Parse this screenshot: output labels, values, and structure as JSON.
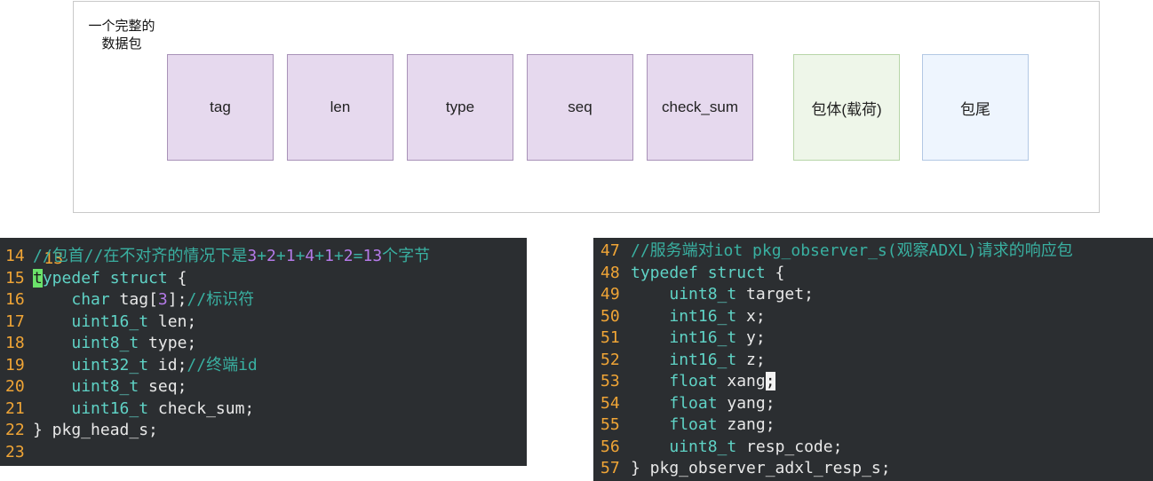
{
  "diagram": {
    "caption": "一个完整的\n数据包",
    "boxes": [
      {
        "label": "tag",
        "kind": "head"
      },
      {
        "label": "len",
        "kind": "head"
      },
      {
        "label": "type",
        "kind": "head"
      },
      {
        "label": "seq",
        "kind": "head"
      },
      {
        "label": "check_sum",
        "kind": "head"
      },
      {
        "label": "包体(载荷)",
        "kind": "body"
      },
      {
        "label": "包尾",
        "kind": "tail"
      }
    ]
  },
  "code_left": {
    "partial_line_number": "13",
    "lines": [
      {
        "n": "14",
        "tokens": [
          [
            "cm",
            "//包首//在不对齐的情况下是"
          ],
          [
            "num",
            "3"
          ],
          [
            "cm",
            "+"
          ],
          [
            "num",
            "2"
          ],
          [
            "cm",
            "+"
          ],
          [
            "num",
            "1"
          ],
          [
            "cm",
            "+"
          ],
          [
            "num",
            "4"
          ],
          [
            "cm",
            "+"
          ],
          [
            "num",
            "1"
          ],
          [
            "cm",
            "+"
          ],
          [
            "num",
            "2"
          ],
          [
            "cm",
            "="
          ],
          [
            "num",
            "13"
          ],
          [
            "cm",
            "个字节"
          ]
        ]
      },
      {
        "n": "15",
        "tokens": [
          [
            "cur",
            "t"
          ],
          [
            "kw",
            "ypedef struct"
          ],
          [
            "txt",
            " {"
          ]
        ]
      },
      {
        "n": "16",
        "tokens": [
          [
            "txt",
            "    "
          ],
          [
            "kw",
            "char"
          ],
          [
            "txt",
            " tag["
          ],
          [
            "num",
            "3"
          ],
          [
            "txt",
            "];"
          ],
          [
            "cm",
            "//标识符"
          ]
        ]
      },
      {
        "n": "17",
        "tokens": [
          [
            "txt",
            "    "
          ],
          [
            "kw",
            "uint16_t"
          ],
          [
            "txt",
            " len;"
          ]
        ]
      },
      {
        "n": "18",
        "tokens": [
          [
            "txt",
            "    "
          ],
          [
            "kw",
            "uint8_t"
          ],
          [
            "txt",
            " type;"
          ]
        ]
      },
      {
        "n": "19",
        "tokens": [
          [
            "txt",
            "    "
          ],
          [
            "kw",
            "uint32_t"
          ],
          [
            "txt",
            " id;"
          ],
          [
            "cm",
            "//终端id"
          ]
        ]
      },
      {
        "n": "20",
        "tokens": [
          [
            "txt",
            "    "
          ],
          [
            "kw",
            "uint8_t"
          ],
          [
            "txt",
            " seq;"
          ]
        ]
      },
      {
        "n": "21",
        "tokens": [
          [
            "txt",
            "    "
          ],
          [
            "kw",
            "uint16_t"
          ],
          [
            "txt",
            " check_sum;"
          ]
        ]
      },
      {
        "n": "22",
        "tokens": [
          [
            "txt",
            "} pkg_head_s;"
          ]
        ]
      },
      {
        "n": "23",
        "tokens": []
      }
    ]
  },
  "code_right": {
    "lines": [
      {
        "n": "47",
        "tokens": [
          [
            "cm",
            "//服务端对iot pkg_observer_s(观察ADXL)请求的响应包"
          ]
        ]
      },
      {
        "n": "48",
        "tokens": [
          [
            "kw",
            "typedef struct"
          ],
          [
            "txt",
            " {"
          ]
        ]
      },
      {
        "n": "49",
        "tokens": [
          [
            "txt",
            "    "
          ],
          [
            "kw",
            "uint8_t"
          ],
          [
            "txt",
            " target;"
          ]
        ]
      },
      {
        "n": "50",
        "tokens": [
          [
            "txt",
            "    "
          ],
          [
            "kw",
            "int16_t"
          ],
          [
            "txt",
            " x;"
          ]
        ]
      },
      {
        "n": "51",
        "tokens": [
          [
            "txt",
            "    "
          ],
          [
            "kw",
            "int16_t"
          ],
          [
            "txt",
            " y;"
          ]
        ]
      },
      {
        "n": "52",
        "tokens": [
          [
            "txt",
            "    "
          ],
          [
            "kw",
            "int16_t"
          ],
          [
            "txt",
            " z;"
          ]
        ]
      },
      {
        "n": "53",
        "tokens": [
          [
            "txt",
            "    "
          ],
          [
            "kw",
            "float"
          ],
          [
            "txt",
            " xang"
          ],
          [
            "cur2",
            ";"
          ]
        ]
      },
      {
        "n": "54",
        "tokens": [
          [
            "txt",
            "    "
          ],
          [
            "kw",
            "float"
          ],
          [
            "txt",
            " yang;"
          ]
        ]
      },
      {
        "n": "55",
        "tokens": [
          [
            "txt",
            "    "
          ],
          [
            "kw",
            "float"
          ],
          [
            "txt",
            " zang;"
          ]
        ]
      },
      {
        "n": "56",
        "tokens": [
          [
            "txt",
            "    "
          ],
          [
            "kw",
            "uint8_t"
          ],
          [
            "txt",
            " resp_code;"
          ]
        ]
      },
      {
        "n": "57",
        "tokens": [
          [
            "txt",
            "} pkg_observer_adxl_resp_s;"
          ]
        ]
      }
    ]
  }
}
